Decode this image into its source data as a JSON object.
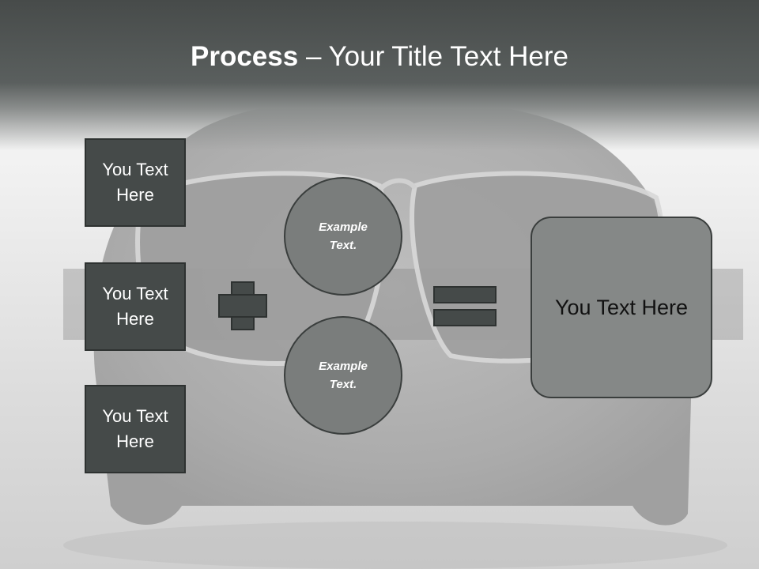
{
  "slide": {
    "title_bold": "Process",
    "title_rest": " – Your Title Text Here",
    "left_boxes": [
      "You Text Here",
      "You Text Here",
      "You Text Here"
    ],
    "circles": [
      "Example Text.",
      "Example Text."
    ],
    "result_text": "You Text Here"
  },
  "colors": {
    "box": "#454a49",
    "circle": "#7a7d7c",
    "result": "#858887",
    "header": "#474b4a"
  }
}
